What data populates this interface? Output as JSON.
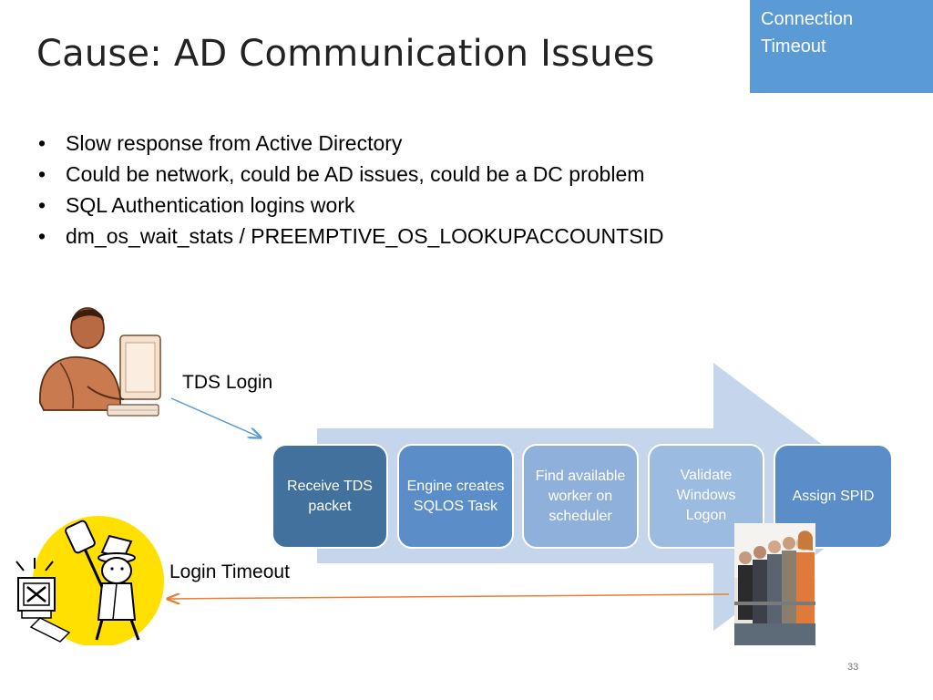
{
  "slide": {
    "title": "Cause: AD Communication Issues",
    "tag": {
      "line1": "Connection",
      "line2": "Timeout"
    },
    "bullets": [
      "Slow response from Active Directory",
      "Could be network, could be AD issues, could be a DC problem",
      "SQL Authentication logins work",
      "dm_os_wait_stats / PREEMPTIVE_OS_LOOKUPACCOUNTSID"
    ],
    "labels": {
      "tds_login": "TDS Login",
      "login_timeout": "Login Timeout"
    },
    "steps": [
      "Receive TDS packet",
      "Engine creates SQLOS Task",
      "Find available worker on scheduler",
      "Validate Windows Logon",
      "Assign SPID"
    ],
    "page_number": "33"
  },
  "colors": {
    "tag": "#5b9bd5",
    "arrow": "#c5d5ec",
    "step_1": "#41719c",
    "step_2": "#5b8ec8",
    "step_3": "#8fb0da",
    "step_4": "#9cbbe1",
    "step_5": "#5b8ec8",
    "tds_connector": "#5b9bd5",
    "timeout_connector": "#ed7d31"
  },
  "icons": [
    "user-at-computer-icon",
    "frustrated-user-icon",
    "waiting-queue-photo"
  ]
}
